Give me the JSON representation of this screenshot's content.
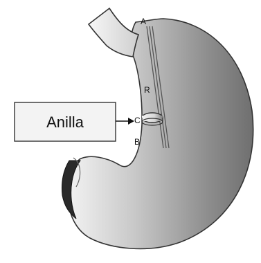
{
  "diagram": {
    "labels": {
      "a": "A",
      "r": "R",
      "c": "C",
      "b": "B"
    },
    "callout": {
      "text": "Anilla"
    }
  }
}
